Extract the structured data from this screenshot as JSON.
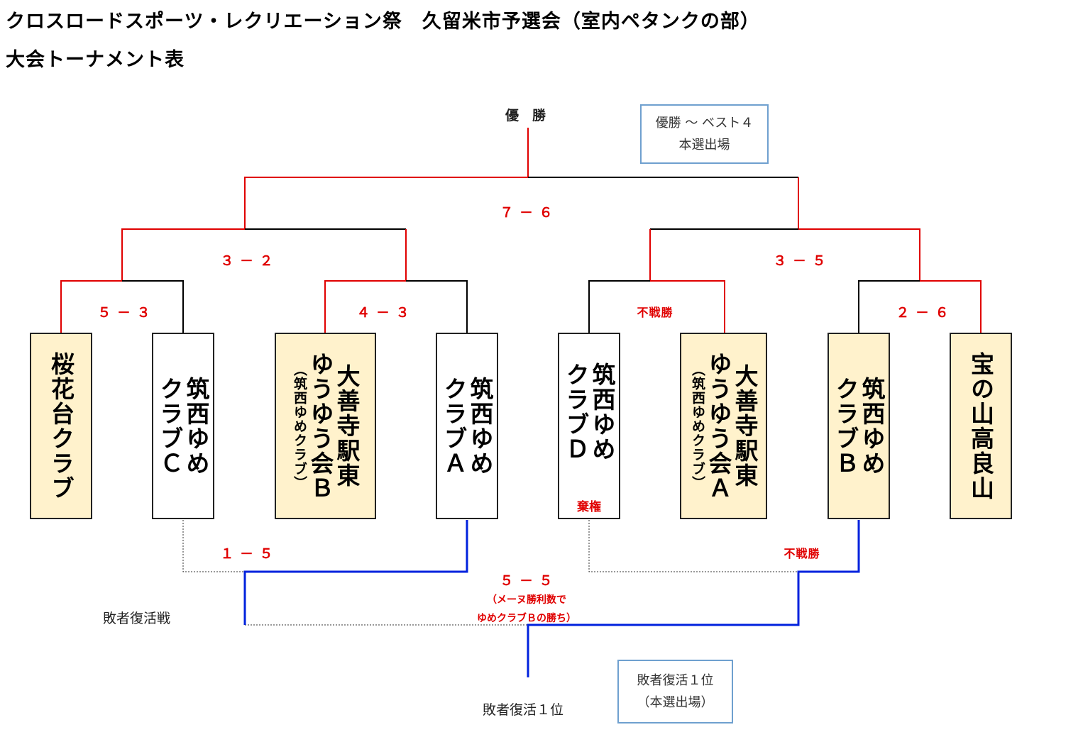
{
  "title_line1": "クロスロードスポーツ・レクリエーション祭　久留米市予選会（室内ペタンクの部）",
  "title_line2": "大会トーナメント表",
  "champion_label": "優　勝",
  "qualify_box": {
    "line1": "優勝 ～ ベスト４",
    "line2": "本選出場"
  },
  "teams": [
    {
      "main": [
        "桜花台クラブ"
      ],
      "sub": ""
    },
    {
      "main": [
        "筑西ゆめ",
        "クラブＣ"
      ],
      "sub": ""
    },
    {
      "main": [
        "大善寺駅東",
        "ゆうゆう会Ｂ"
      ],
      "sub": "（筑西ゆめクラブ）"
    },
    {
      "main": [
        "筑西ゆめ",
        "クラブＡ"
      ],
      "sub": ""
    },
    {
      "main": [
        "筑西ゆめ",
        "クラブＤ"
      ],
      "sub": "",
      "note": "棄権"
    },
    {
      "main": [
        "大善寺駅東",
        "ゆうゆう会Ａ"
      ],
      "sub": "（筑西ゆめクラブ）"
    },
    {
      "main": [
        "筑西ゆめ",
        "クラブＢ"
      ],
      "sub": ""
    },
    {
      "main": [
        "宝の山高良山"
      ],
      "sub": ""
    }
  ],
  "scores": {
    "r1_m1": "５ － ３",
    "r1_m2": "４ － ３",
    "r1_m3": "不戦勝",
    "r1_m4": "２ － ６",
    "r2_left": "３ － ２",
    "r2_right": "３ － ５",
    "final": "７ － ６",
    "rep_left": "１ － ５",
    "rep_right": "不戦勝",
    "rep_final": "５ － ５",
    "rep_final_note1": "（メーヌ勝利数で",
    "rep_final_note2": "ゆめクラブＢの勝ち）"
  },
  "repechage_label": "敗者復活戦",
  "repechage_winner_label": "敗者復活１位",
  "repechage_box": {
    "line1": "敗者復活１位",
    "line2": "（本選出場）"
  },
  "colors": {
    "win_line": "#e00000",
    "loss_line": "#000000",
    "repechage_line": "#0022dd",
    "advanced_fill": "#fff2cc",
    "box_border": "#6fa0cf"
  }
}
